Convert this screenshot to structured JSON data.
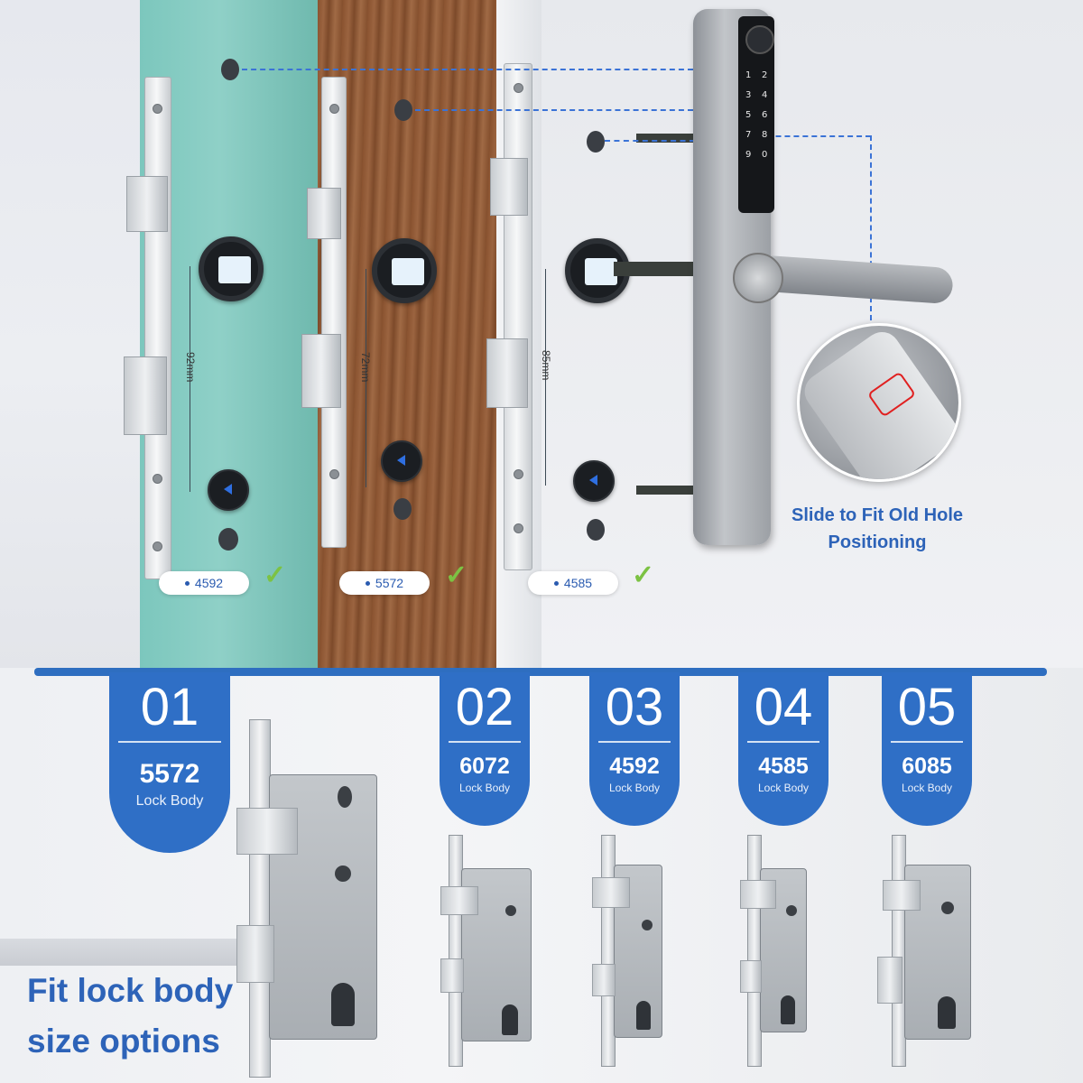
{
  "door_sizes": [
    {
      "label": "4592",
      "dimension": "92mm"
    },
    {
      "label": "5572",
      "dimension": "72mm"
    },
    {
      "label": "4585",
      "dimension": "85mm"
    }
  ],
  "keypad_keys": [
    "1",
    "2",
    "3",
    "4",
    "5",
    "6",
    "7",
    "8",
    "9",
    "0"
  ],
  "slide_caption": "Slide to Fit Old Hole Positioning",
  "options": [
    {
      "num": "01",
      "code": "5572",
      "sub": "Lock Body"
    },
    {
      "num": "02",
      "code": "6072",
      "sub": "Lock Body"
    },
    {
      "num": "03",
      "code": "4592",
      "sub": "Lock Body"
    },
    {
      "num": "04",
      "code": "4585",
      "sub": "Lock Body"
    },
    {
      "num": "05",
      "code": "6085",
      "sub": "Lock Body"
    }
  ],
  "headline": "Fit lock body size options",
  "colors": {
    "accent": "#2f6fc6",
    "check": "#7cc243",
    "text_blue": "#2d63b8"
  },
  "icons": {
    "check": "check-icon",
    "fingerprint": "fingerprint-icon"
  }
}
